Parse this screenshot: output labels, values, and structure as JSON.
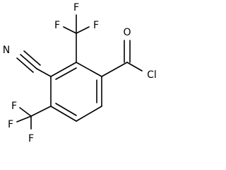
{
  "molecule": {
    "atoms": {
      "oxygen": "O",
      "chlorine": "Cl",
      "nitrogen": "N",
      "fluorine_top_1": "F",
      "fluorine_top_2": "F",
      "fluorine_top_3": "F",
      "fluorine_bottom_1": "F",
      "fluorine_bottom_2": "F",
      "fluorine_bottom_3": "F"
    },
    "colors": {
      "bond": "#000000",
      "label": "#000000",
      "background": "#ffffff"
    }
  }
}
